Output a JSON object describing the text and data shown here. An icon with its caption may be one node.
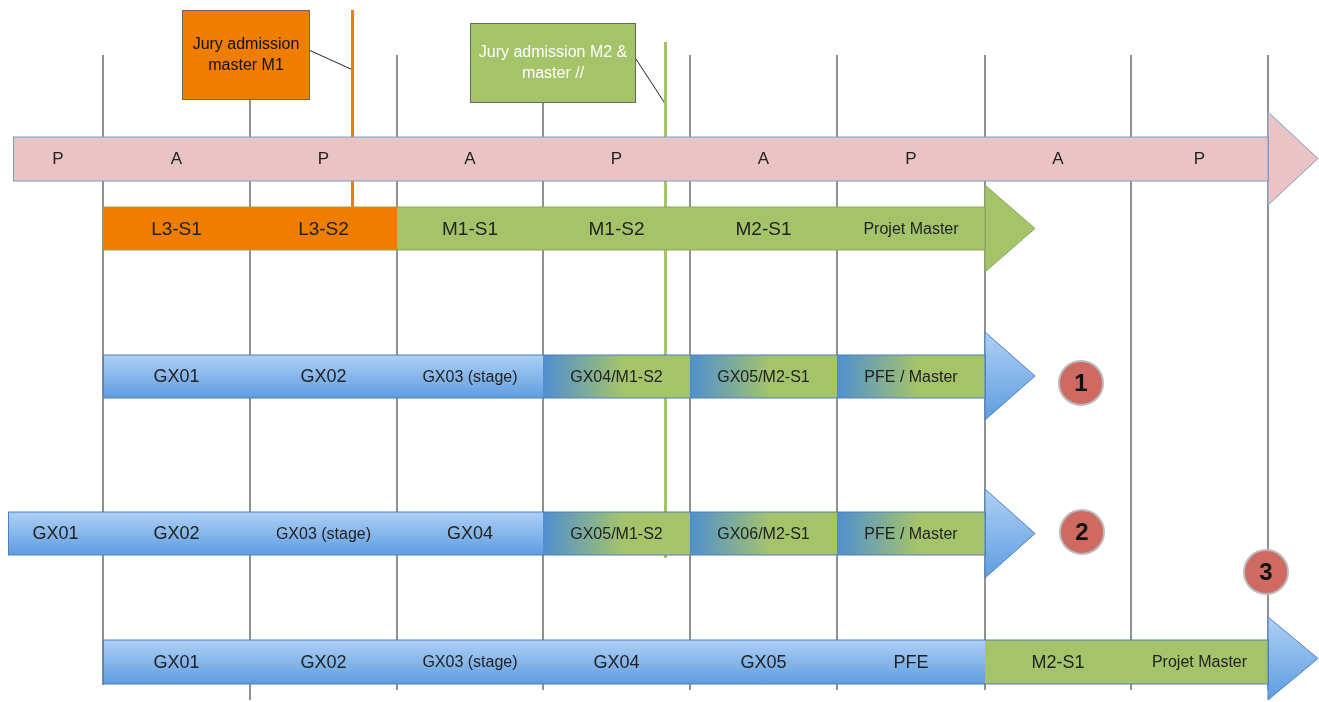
{
  "diagram": {
    "nodes": [
      {
        "text": [
          "Jury admission master M1"
        ]
      },
      {
        "text": [],
        "shape": "bar"
      },
      {
        "text": [
          "Jury admission M2 & master //"
        ]
      },
      {
        "text": [],
        "shape": "bar"
      },
      {
        "text": [
          "P",
          "A",
          "P",
          "A",
          "P",
          "A",
          "P",
          "A",
          "P"
        ]
      },
      {
        "text": [
          "L3-S1",
          "L3-S2",
          "M1-S1",
          "M1-S2",
          "M2-S1",
          "Projet Master"
        ]
      },
      {
        "text": [
          "GX01",
          "GX02",
          "GX03 (stage)",
          "GX04/M1-S2",
          "GX05/M2-S1",
          "PFE / Master"
        ]
      },
      {
        "text": [
          "1"
        ]
      },
      {
        "text": [
          "GX01",
          "GX02",
          "GX03 (stage)",
          "GX04",
          "GX05/M1-S2",
          "GX06/M2-S1",
          "PFE / Master"
        ]
      },
      {
        "text": [
          "2"
        ]
      },
      {
        "text": [
          "3"
        ]
      },
      {
        "text": [
          "GX01",
          "GX02",
          "GX03 (stage)",
          "GX04",
          "GX05",
          "PFE",
          "M2-S1",
          "Projet Master"
        ]
      }
    ],
    "edges": [
      {
        "from": 0,
        "to": 1,
        "arrow": "none"
      },
      {
        "from": 2,
        "to": 3,
        "arrow": "none"
      }
    ]
  }
}
